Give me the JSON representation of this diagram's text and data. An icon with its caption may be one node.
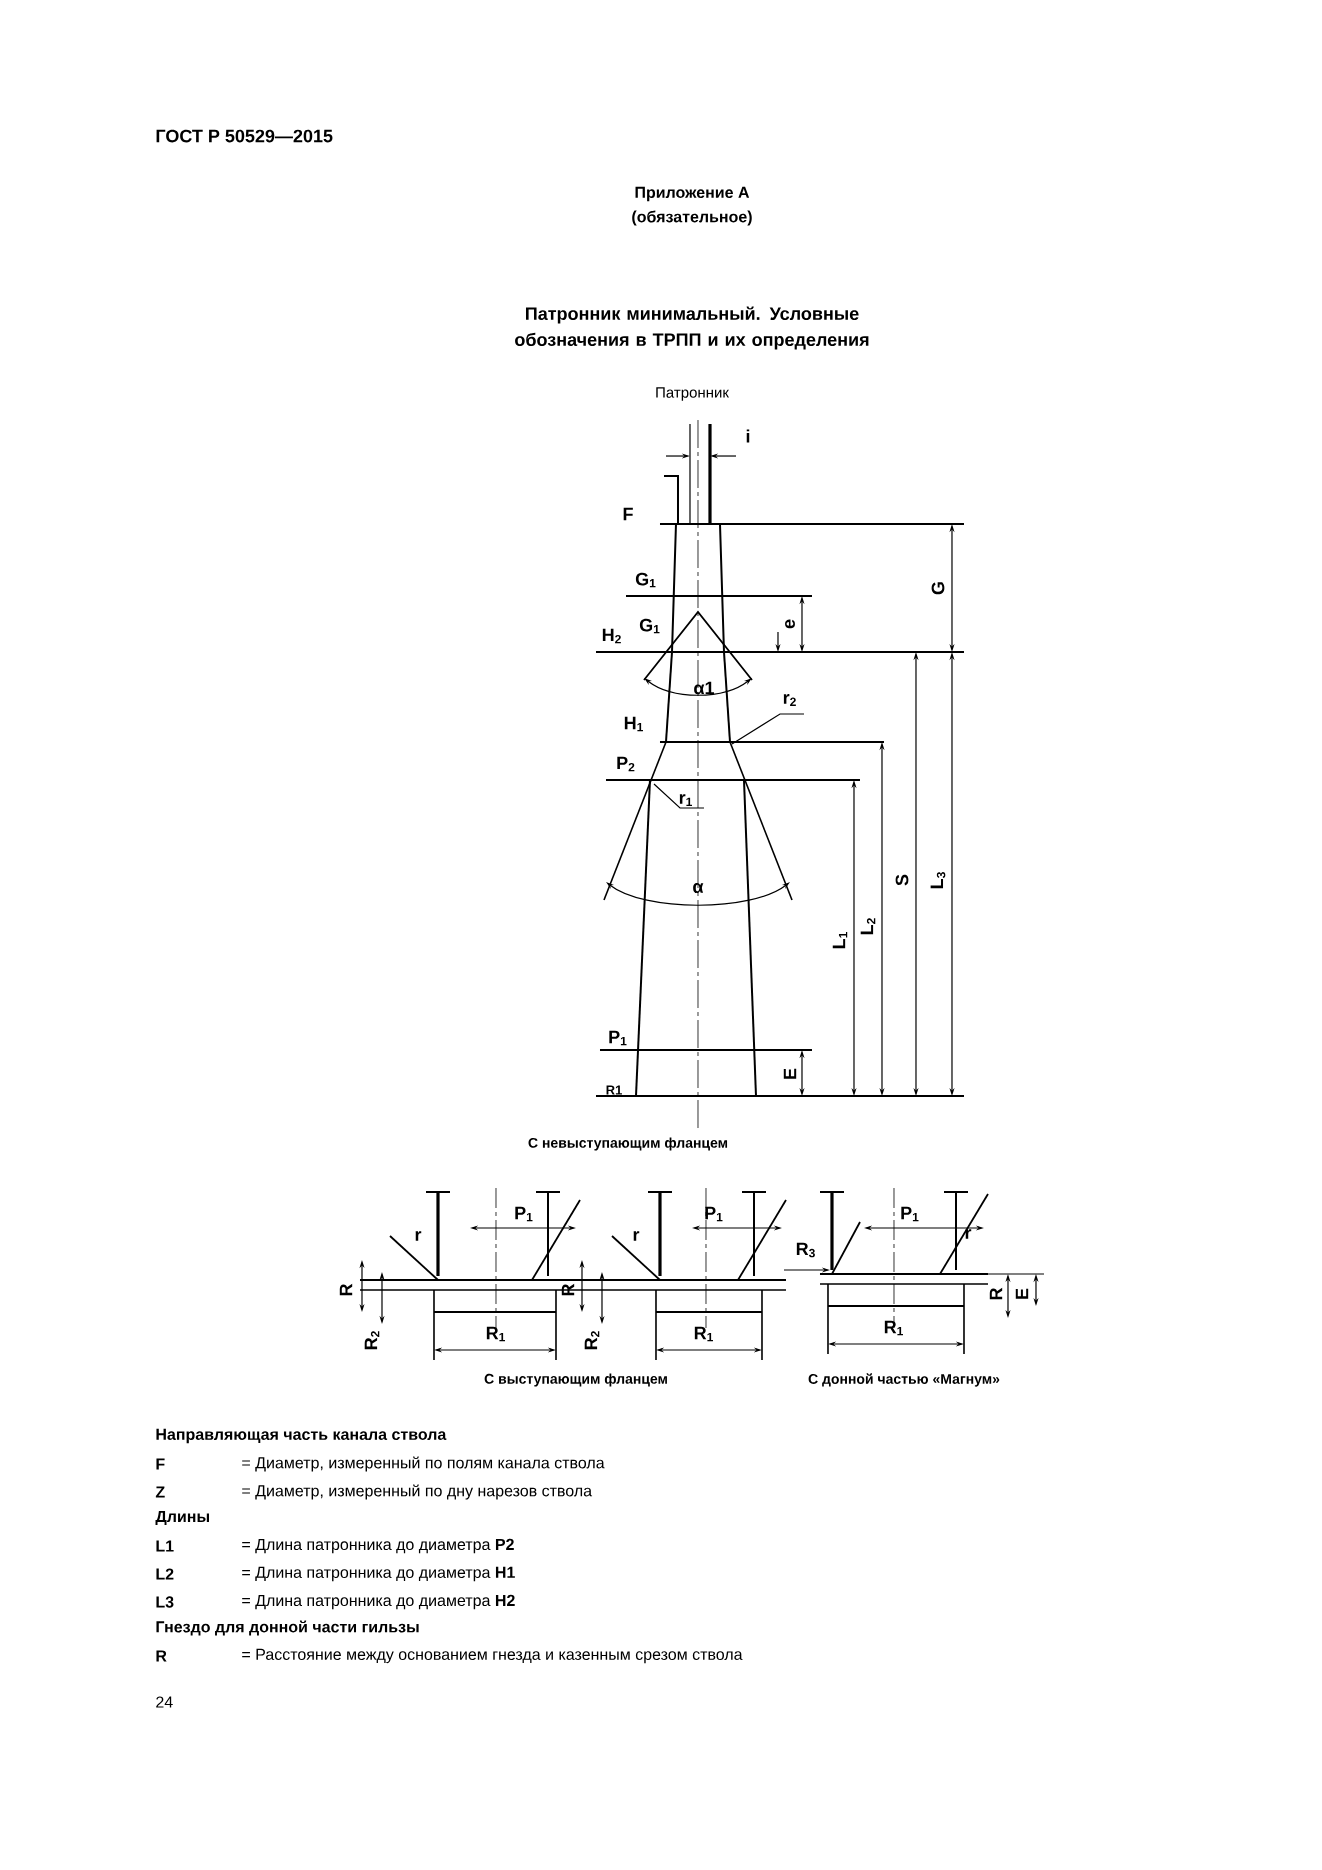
{
  "diagram": {
    "title": "Патронник минимальный. Условные обозначения в ТРПП и их определения",
    "labels": [
      "ГОСТ Р 50529—2015",
      "Приложение А",
      "(обязательное)",
      "Патронник",
      "i",
      "F",
      "G",
      "G$_{1}$",
      "e",
      "H$_{2}$",
      "G$_{1}$",
      "α1",
      "r$_{2}$",
      "H$_{1}$",
      "P$_{2}$",
      "r$_{1}$",
      "S",
      "L$_{3}$",
      "α",
      "L$_{1}$",
      "L$_{2}$",
      "P$_{1}$",
      "E",
      "R1",
      "С невыступающим фланцем",
      "r",
      "P$_{1}$",
      "R",
      "R$_{2}$",
      "R$_{1}$",
      "r",
      "P$_{1}$",
      "R",
      "R$_{2}$",
      "R$_{1}$",
      "R$_{3}$",
      "P$_{1}$",
      "r",
      "R",
      "E",
      "R$_{1}$",
      "С выступающим фланцем",
      "С донной частью «Магнум»",
      "Направляющая часть канала ствола",
      "F",
      "= Диаметр, измеренный по полям канала ствола",
      "Z",
      "= Диаметр, измеренный по дну нарезов ствола",
      "Длины",
      "L1",
      "= Длина патронника до диаметра **P2**",
      "L2",
      "= Длина патронника до диаметра **H1**",
      "L3",
      "= Длина патронника до диаметра **H2**",
      "Гнездо для донной части гильзы",
      "R",
      "= Расстояние между основанием гнезда и казенным срезом ствола",
      "24"
    ]
  }
}
